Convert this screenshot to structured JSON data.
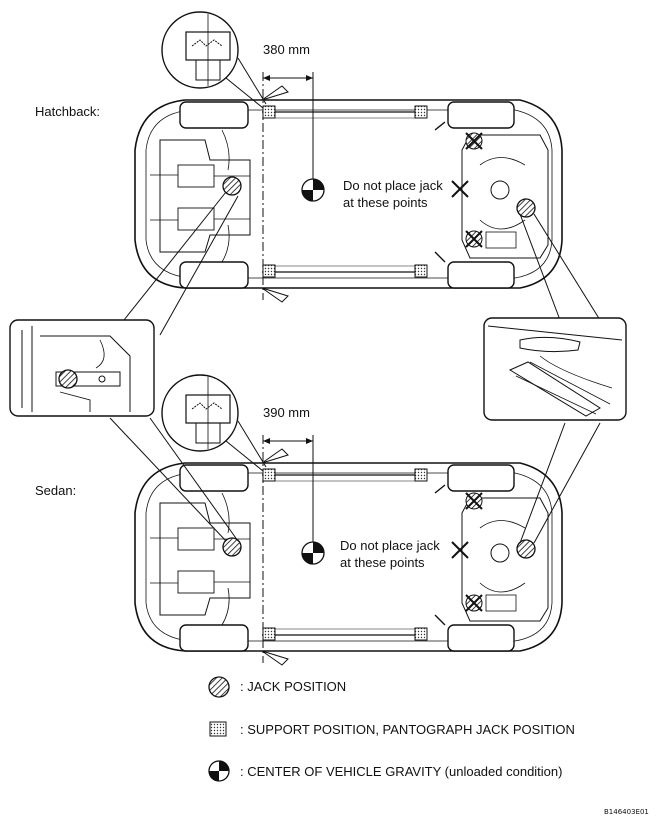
{
  "top_diagram": {
    "label": "Hatchback:",
    "dimension": "380 mm",
    "note_line1": "Do not place jack",
    "note_line2": "at these points"
  },
  "bottom_diagram": {
    "label": "Sedan:",
    "dimension": "390 mm",
    "note_line1": "Do not place jack",
    "note_line2": "at these points"
  },
  "legend": {
    "jack": ": JACK POSITION",
    "support": ": SUPPORT POSITION, PANTOGRAPH JACK POSITION",
    "gravity": ": CENTER OF VEHICLE GRAVITY (unloaded condition)"
  },
  "figure_code": "B146403E01",
  "icons": [
    "jack-position-icon",
    "support-position-icon",
    "center-of-gravity-icon",
    "no-jack-cross-icon"
  ]
}
